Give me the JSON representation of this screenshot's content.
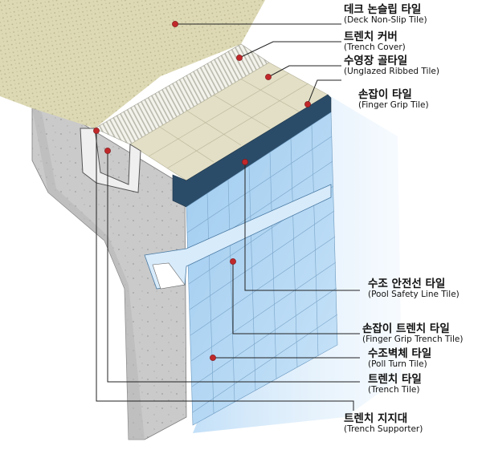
{
  "labels": [
    {
      "id": "deck",
      "ko": "데크 논슬립 타일",
      "en": "(Deck Non-Slip Tile)"
    },
    {
      "id": "trench-cover",
      "ko": "트렌치 커버",
      "en": "(Trench Cover)"
    },
    {
      "id": "ribbed",
      "ko": "수영장 골타일",
      "en": "(Unglazed Ribbed Tile)"
    },
    {
      "id": "finger-grip",
      "ko": "손잡이 타일",
      "en": "(Finger Grip Tile)"
    },
    {
      "id": "safety-line",
      "ko": "수조 안전선 타일",
      "en": "(Pool Safety Line Tile)"
    },
    {
      "id": "grip-trench",
      "ko": "손잡이 트렌치 타일",
      "en": "(Finger Grip Trench Tile)"
    },
    {
      "id": "turn",
      "ko": "수조벽체 타일",
      "en": "(Poll Turn Tile)"
    },
    {
      "id": "trench-tile",
      "ko": "트렌치 타일",
      "en": "(Trench Tile)"
    },
    {
      "id": "supporter",
      "ko": "트렌치 지지대",
      "en": "(Trench Supporter)"
    }
  ],
  "colors": {
    "concrete": "#c9c9c9",
    "concrete_dark": "#8f8f8f",
    "deck": "#ddd9b4",
    "grate": "#f1f1ea",
    "wall_tile": "#aed4f2",
    "dark_band": "#2d4f6b",
    "water": "#cfe6fa",
    "marker": "#c0282a"
  }
}
